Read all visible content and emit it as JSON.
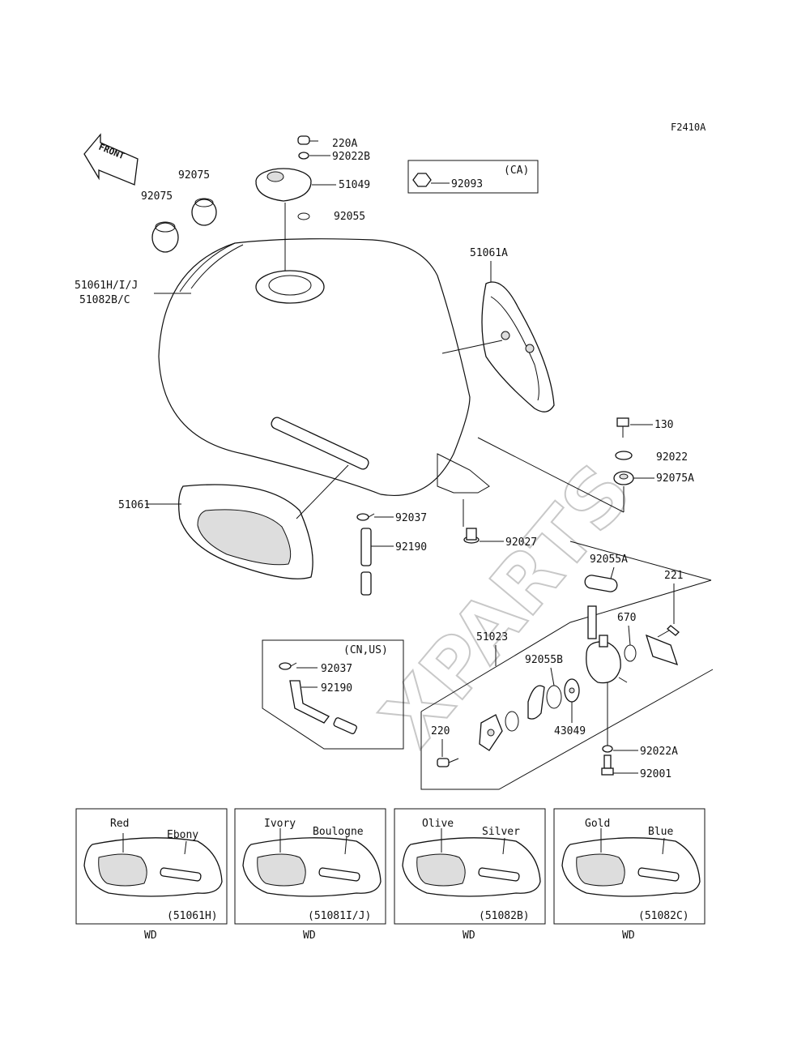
{
  "figure_code": "F2410A",
  "front_label": "FRONT",
  "watermark": "XPARTS",
  "callouts": {
    "c220A": "220A",
    "c92022B": "92022B",
    "c51049": "51049",
    "c92055": "92055",
    "c92075_a": "92075",
    "c92075_b": "92075",
    "c51061HIJ": "51061H/I/J",
    "c51082BC": "51082B/C",
    "c51061A": "51061A",
    "c130": "130",
    "c92022": "92022",
    "c92075A": "92075A",
    "c51061": "51061",
    "c92037": "92037",
    "c92190": "92190",
    "c92027": "92027",
    "c92055A": "92055A",
    "c221": "221",
    "c670": "670",
    "c51023": "51023",
    "c92055B": "92055B",
    "c43049": "43049",
    "c220": "220",
    "c92022A": "92022A",
    "c92001": "92001",
    "c92093": "92093"
  },
  "ca_box": {
    "label": "(CA)"
  },
  "cnus_box": {
    "label": "(CN,US)",
    "c92037": "92037",
    "c92190": "92190"
  },
  "variants": [
    {
      "color1": "Red",
      "color2": "Ebony",
      "part": "(51061H)",
      "note": "WD"
    },
    {
      "color1": "Ivory",
      "color2": "Boulogne",
      "part": "(51081I/J)",
      "note": "WD"
    },
    {
      "color1": "Olive",
      "color2": "Silver",
      "part": "(51082B)",
      "note": "WD"
    },
    {
      "color1": "Gold",
      "color2": "Blue",
      "part": "(51082C)",
      "note": "WD"
    }
  ]
}
